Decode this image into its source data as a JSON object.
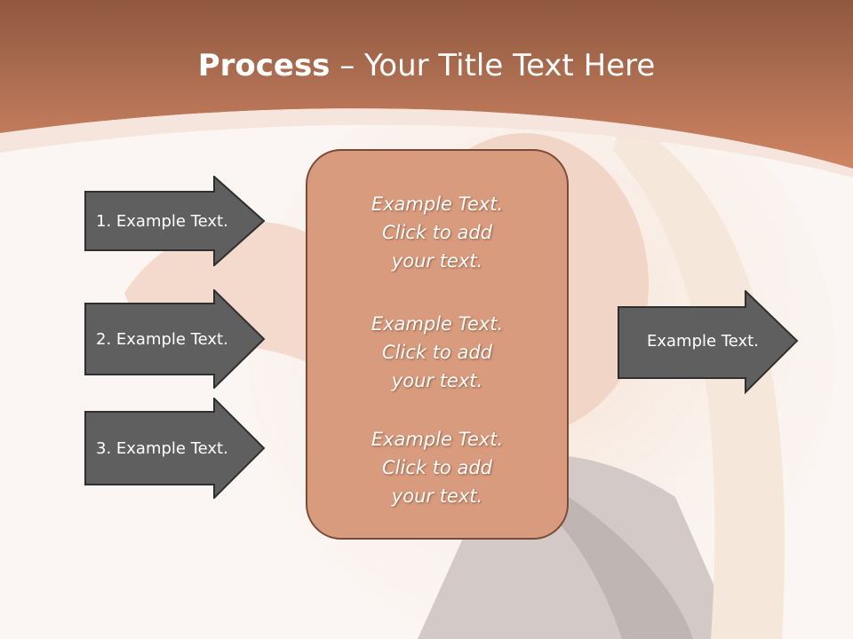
{
  "slide": {
    "title_bold": "Process",
    "title_rest": " – Your Title Text Here"
  },
  "left_arrows": [
    {
      "label": "1. Example Text."
    },
    {
      "label": "2. Example Text."
    },
    {
      "label": "3. Example Text."
    }
  ],
  "center": {
    "paragraphs": [
      {
        "line1": "Example Text.",
        "line2": "Click  to add",
        "line3": "your text."
      },
      {
        "line1": "Example Text.",
        "line2": "Click  to add",
        "line3": "your text."
      },
      {
        "line1": "Example Text.",
        "line2": "Click  to add",
        "line3": "your text."
      }
    ]
  },
  "right_arrow": {
    "label": "Example Text."
  },
  "colors": {
    "header": "#c87a58",
    "header_dark": "#a66148",
    "center_box": "#d99b7d",
    "arrow_fill": "#5f5f5f",
    "background": "#fbf6f3"
  }
}
